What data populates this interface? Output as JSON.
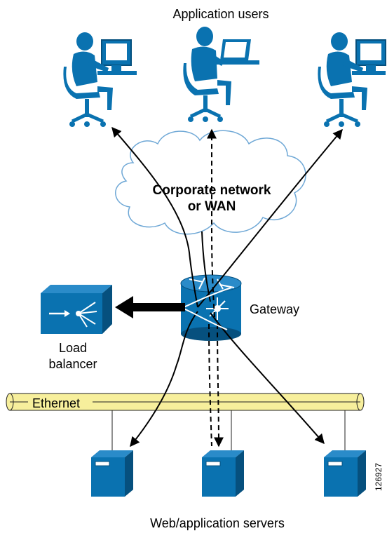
{
  "labels": {
    "top": "Application users",
    "network_line1": "Corporate network",
    "network_line2": "or WAN",
    "gateway": "Gateway",
    "load_balancer_line1": "Load",
    "load_balancer_line2": "balancer",
    "ethernet": "Ethernet",
    "bottom": "Web/application servers",
    "figure_id": "126927"
  },
  "colors": {
    "device_blue": "#0a72b0",
    "device_dark": "#06507e",
    "ethernet_fill": "#f7ef9c",
    "cloud_stroke": "#6fa8d6",
    "arrow": "#000000"
  },
  "icons": {
    "user": "user-at-computer-icon",
    "gateway": "router-icon",
    "load_balancer": "load-balancer-icon",
    "server": "server-tower-icon"
  }
}
